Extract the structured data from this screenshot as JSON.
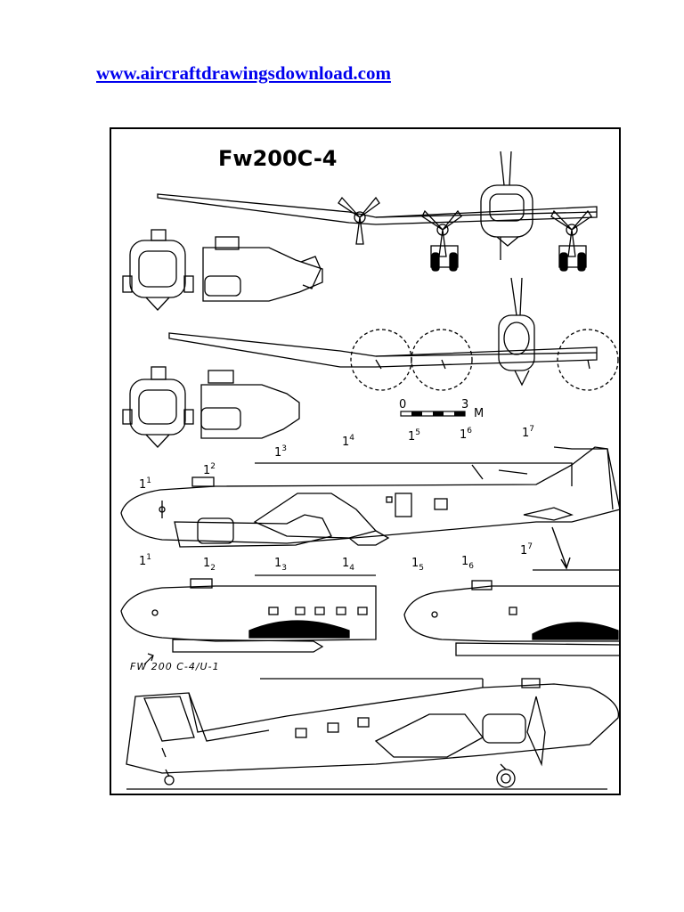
{
  "header": {
    "site_link": "www.aircraftdrawingsdownload.com"
  },
  "drawing": {
    "title": "Fw200C-4",
    "scale": {
      "zero": "0",
      "max": "3",
      "unit": "M"
    },
    "top_stations": [
      "1",
      "4",
      "5",
      "6",
      "7"
    ],
    "top_stations_sup": [
      "3",
      "4",
      "5",
      "6",
      "7"
    ],
    "side_stations_top": [
      {
        "main": "1",
        "sup": "1"
      },
      {
        "main": "1",
        "sup": "2"
      },
      {
        "main": "1",
        "sup": "3"
      },
      {
        "main": "1",
        "sup": "4"
      },
      {
        "main": "1",
        "sup": "5"
      },
      {
        "main": "1",
        "sup": "6"
      },
      {
        "main": "1",
        "sup": "7"
      }
    ],
    "side_stations_bottom": [
      {
        "main": "1",
        "sup": "1"
      },
      {
        "main": "1",
        "sub": "2"
      },
      {
        "main": "1",
        "sub": "3"
      },
      {
        "main": "1",
        "sub": "4"
      },
      {
        "main": "1",
        "sub": "5"
      },
      {
        "main": "1",
        "sub": "6"
      },
      {
        "main": "1",
        "sup": "7"
      }
    ],
    "variant_label": "FW 200 C-4/U-1"
  }
}
